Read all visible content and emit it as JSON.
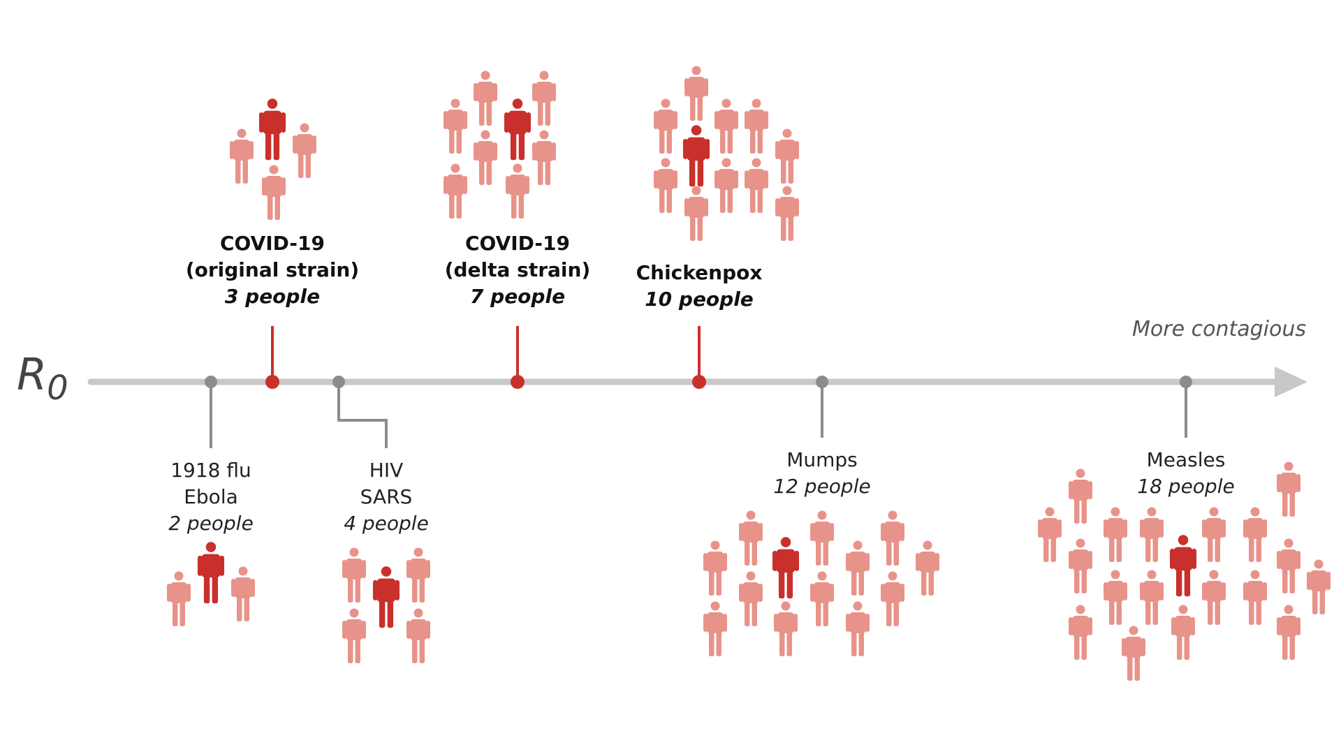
{
  "axis": {
    "symbol": "R",
    "subscript": "0",
    "direction_note": "More contagious"
  },
  "colors": {
    "axis_line": "#c8c8c8",
    "highlight": "#c9302c",
    "neutral_marker": "#8c8c8c",
    "figure_primary": "#c9302c",
    "figure_secondary": "#e8938a"
  },
  "icons": {
    "person": "person-icon"
  },
  "diseases": [
    {
      "id": "flu-ebola",
      "name": "1918 flu\nEbola",
      "people_label": "2 people",
      "r0": 2,
      "people": 2,
      "highlight": false
    },
    {
      "id": "covid-original",
      "name": "COVID-19\n(original strain)",
      "people_label": "3 people",
      "r0": 3,
      "people": 3,
      "highlight": true
    },
    {
      "id": "hiv-sars",
      "name": "HIV\nSARS",
      "people_label": "4 people",
      "r0": 4,
      "people": 4,
      "highlight": false
    },
    {
      "id": "covid-delta",
      "name": "COVID-19\n(delta strain)",
      "people_label": "7 people",
      "r0": 7,
      "people": 7,
      "highlight": true
    },
    {
      "id": "chickenpox",
      "name": "Chickenpox",
      "people_label": "10 people",
      "r0": 10,
      "people": 10,
      "highlight": true
    },
    {
      "id": "mumps",
      "name": "Mumps",
      "people_label": "12 people",
      "r0": 12,
      "people": 12,
      "highlight": false
    },
    {
      "id": "measles",
      "name": "Measles",
      "people_label": "18 people",
      "r0": 18,
      "people": 18,
      "highlight": false
    }
  ]
}
